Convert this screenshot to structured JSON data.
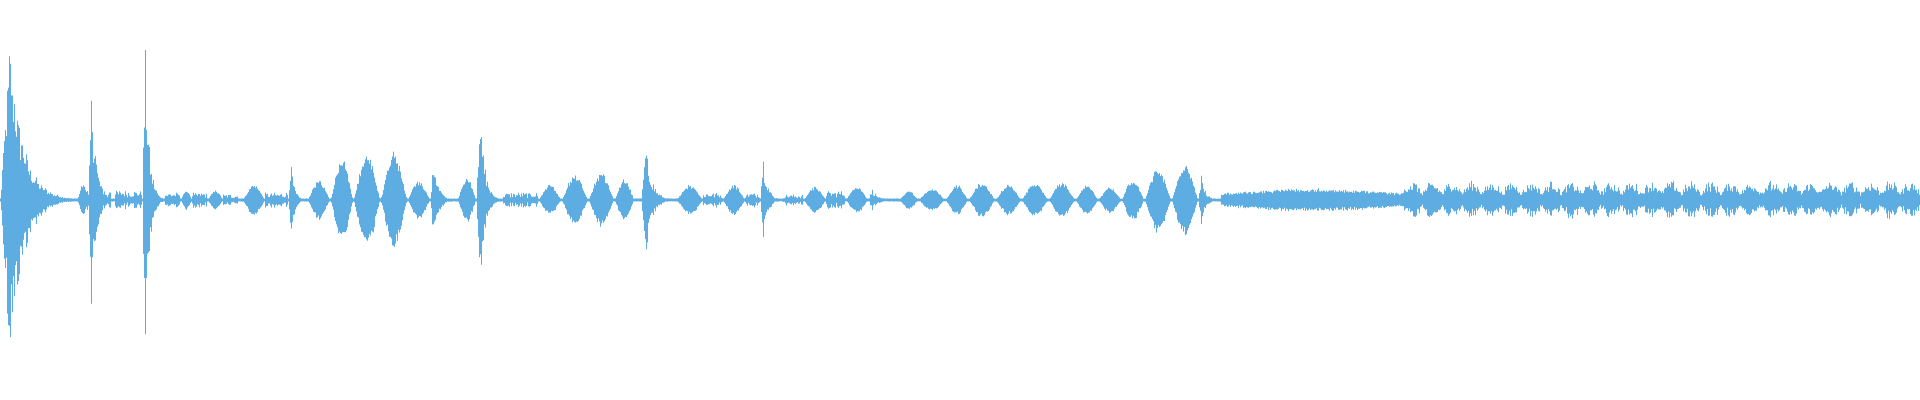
{
  "colors": {
    "background": "#ffffff",
    "waveform": "#5dade2"
  },
  "waveform": {
    "segments": [
      {
        "start": 0.0,
        "end": 0.04,
        "peak": 0.85,
        "type": "burst"
      },
      {
        "start": 0.04,
        "end": 0.046,
        "peak": 0.08,
        "type": "blob"
      },
      {
        "start": 0.042,
        "end": 0.058,
        "peak": 0.05,
        "type": "noise"
      },
      {
        "start": 0.046,
        "end": 0.06,
        "peak": 0.6,
        "type": "burst"
      },
      {
        "start": 0.06,
        "end": 0.074,
        "peak": 0.05,
        "type": "noise"
      },
      {
        "start": 0.074,
        "end": 0.086,
        "peak": 0.82,
        "type": "burst"
      },
      {
        "start": 0.086,
        "end": 0.094,
        "peak": 0.04,
        "type": "noise"
      },
      {
        "start": 0.094,
        "end": 0.1,
        "peak": 0.05,
        "type": "blob"
      },
      {
        "start": 0.1,
        "end": 0.108,
        "peak": 0.04,
        "type": "noise"
      },
      {
        "start": 0.108,
        "end": 0.116,
        "peak": 0.05,
        "type": "blob"
      },
      {
        "start": 0.116,
        "end": 0.124,
        "peak": 0.03,
        "type": "noise"
      },
      {
        "start": 0.126,
        "end": 0.138,
        "peak": 0.08,
        "type": "blob"
      },
      {
        "start": 0.138,
        "end": 0.15,
        "peak": 0.04,
        "type": "noise"
      },
      {
        "start": 0.15,
        "end": 0.16,
        "peak": 0.22,
        "type": "burst"
      },
      {
        "start": 0.16,
        "end": 0.172,
        "peak": 0.1,
        "type": "blob"
      },
      {
        "start": 0.172,
        "end": 0.184,
        "peak": 0.22,
        "type": "blob"
      },
      {
        "start": 0.184,
        "end": 0.198,
        "peak": 0.25,
        "type": "blob"
      },
      {
        "start": 0.198,
        "end": 0.212,
        "peak": 0.25,
        "type": "blob"
      },
      {
        "start": 0.212,
        "end": 0.224,
        "peak": 0.1,
        "type": "blob"
      },
      {
        "start": 0.224,
        "end": 0.238,
        "peak": 0.22,
        "type": "burst"
      },
      {
        "start": 0.238,
        "end": 0.248,
        "peak": 0.12,
        "type": "blob"
      },
      {
        "start": 0.248,
        "end": 0.262,
        "peak": 0.52,
        "type": "burst"
      },
      {
        "start": 0.262,
        "end": 0.28,
        "peak": 0.04,
        "type": "noise"
      },
      {
        "start": 0.28,
        "end": 0.292,
        "peak": 0.08,
        "type": "blob"
      },
      {
        "start": 0.292,
        "end": 0.306,
        "peak": 0.13,
        "type": "blob"
      },
      {
        "start": 0.306,
        "end": 0.32,
        "peak": 0.14,
        "type": "blob"
      },
      {
        "start": 0.32,
        "end": 0.33,
        "peak": 0.11,
        "type": "blob"
      },
      {
        "start": 0.334,
        "end": 0.352,
        "peak": 0.3,
        "type": "burst"
      },
      {
        "start": 0.352,
        "end": 0.366,
        "peak": 0.08,
        "type": "blob"
      },
      {
        "start": 0.366,
        "end": 0.376,
        "peak": 0.04,
        "type": "noise"
      },
      {
        "start": 0.376,
        "end": 0.388,
        "peak": 0.08,
        "type": "blob"
      },
      {
        "start": 0.388,
        "end": 0.396,
        "peak": 0.04,
        "type": "noise"
      },
      {
        "start": 0.396,
        "end": 0.408,
        "peak": 0.26,
        "type": "burst"
      },
      {
        "start": 0.408,
        "end": 0.418,
        "peak": 0.03,
        "type": "noise"
      },
      {
        "start": 0.418,
        "end": 0.43,
        "peak": 0.07,
        "type": "blob"
      },
      {
        "start": 0.43,
        "end": 0.44,
        "peak": 0.05,
        "type": "noise"
      },
      {
        "start": 0.44,
        "end": 0.452,
        "peak": 0.07,
        "type": "blob"
      },
      {
        "start": 0.452,
        "end": 0.468,
        "peak": 0.06,
        "type": "burst"
      },
      {
        "start": 0.468,
        "end": 0.478,
        "peak": 0.05,
        "type": "blob"
      },
      {
        "start": 0.478,
        "end": 0.492,
        "peak": 0.06,
        "type": "blob"
      },
      {
        "start": 0.492,
        "end": 0.504,
        "peak": 0.08,
        "type": "blob"
      },
      {
        "start": 0.504,
        "end": 0.518,
        "peak": 0.09,
        "type": "blob"
      },
      {
        "start": 0.518,
        "end": 0.532,
        "peak": 0.08,
        "type": "blob"
      },
      {
        "start": 0.532,
        "end": 0.546,
        "peak": 0.09,
        "type": "blob"
      },
      {
        "start": 0.546,
        "end": 0.56,
        "peak": 0.09,
        "type": "blob"
      },
      {
        "start": 0.56,
        "end": 0.572,
        "peak": 0.08,
        "type": "blob"
      },
      {
        "start": 0.572,
        "end": 0.584,
        "peak": 0.07,
        "type": "blob"
      },
      {
        "start": 0.584,
        "end": 0.596,
        "peak": 0.11,
        "type": "blob"
      },
      {
        "start": 0.596,
        "end": 0.61,
        "peak": 0.17,
        "type": "blob"
      },
      {
        "start": 0.61,
        "end": 0.624,
        "peak": 0.19,
        "type": "blob"
      },
      {
        "start": 0.624,
        "end": 0.636,
        "peak": 0.14,
        "type": "burst"
      },
      {
        "start": 0.636,
        "end": 0.73,
        "peak": 0.06,
        "type": "hum"
      },
      {
        "start": 0.73,
        "end": 1.0,
        "peak": 0.1,
        "type": "tremolo"
      }
    ]
  }
}
